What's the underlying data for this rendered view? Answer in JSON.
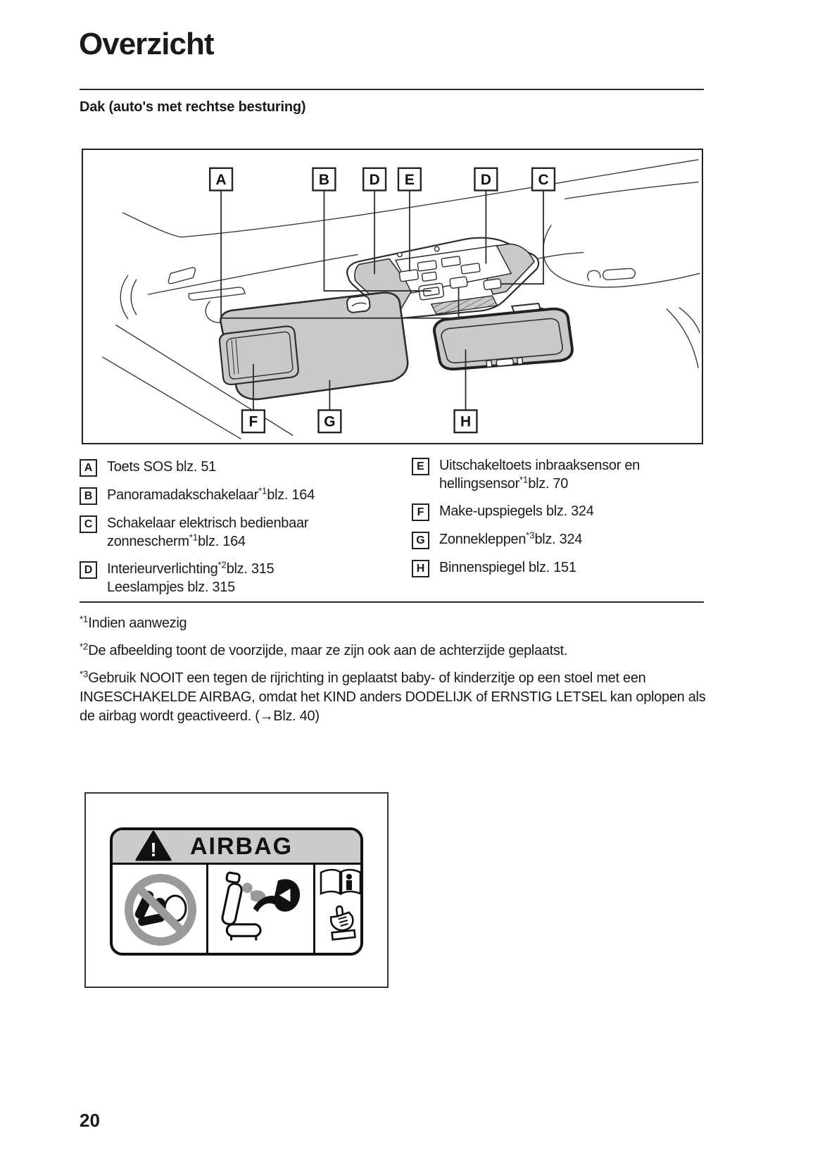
{
  "page": {
    "title": "Overzicht",
    "subtitle": "Dak (auto's met rechtse besturing)",
    "page_number": "20"
  },
  "diagram": {
    "top_callouts": [
      "A",
      "B",
      "D",
      "E",
      "D",
      "C"
    ],
    "bottom_callouts": [
      "F",
      "G",
      "H"
    ]
  },
  "legend": {
    "left": [
      {
        "letter": "A",
        "lines": [
          [
            "Toets SOS blz. 51"
          ]
        ]
      },
      {
        "letter": "B",
        "lines": [
          [
            "Panoramadakschakelaar",
            {
              "sup": "*1"
            },
            "blz. 164"
          ]
        ]
      },
      {
        "letter": "C",
        "lines": [
          [
            "Schakelaar elektrisch bedienbaar"
          ],
          [
            "zonnescherm",
            {
              "sup": "*1"
            },
            "blz. 164"
          ]
        ]
      },
      {
        "letter": "D",
        "lines": [
          [
            "Interieurverlichting",
            {
              "sup": "*2"
            },
            "blz. 315"
          ],
          [
            "Leeslampjes blz. 315"
          ]
        ]
      }
    ],
    "right": [
      {
        "letter": "E",
        "lines": [
          [
            "Uitschakeltoets inbraaksensor en"
          ],
          [
            "hellingsensor",
            {
              "sup": "*1"
            },
            "blz. 70"
          ]
        ]
      },
      {
        "letter": "F",
        "lines": [
          [
            "Make-upspiegels blz. 324"
          ]
        ]
      },
      {
        "letter": "G",
        "lines": [
          [
            "Zonnekleppen",
            {
              "sup": "*3"
            },
            "blz. 324"
          ]
        ]
      },
      {
        "letter": "H",
        "lines": [
          [
            "Binnenspiegel blz. 151"
          ]
        ]
      }
    ]
  },
  "footnotes": [
    {
      "sup": "*1",
      "text": "Indien aanwezig"
    },
    {
      "sup": "*2",
      "text": "De afbeelding toont de voorzijde, maar ze zijn ook aan de achterzijde geplaatst."
    },
    {
      "sup": "*3",
      "text": "Gebruik NOOIT een tegen de rijrichting in geplaatst baby- of kinderzitje op een stoel met een INGESCHAKELDE AIRBAG, omdat het KIND anders DODELIJK of ERNSTIG LETSEL kan oplopen als de airbag wordt geactiveerd. (→Blz. 40)"
    }
  ],
  "airbag_label": {
    "header": "AIRBAG",
    "warning_icon": "warning-triangle",
    "panel_icons": [
      "no-rear-facing-child-seat",
      "airbag-deploys-at-seat",
      "read-owners-manual"
    ]
  },
  "colors": {
    "line": "#2b2b2b",
    "shade": "#c9c9c9",
    "prohibition": "#9a9a9a",
    "label_header": "#cbcbcb"
  }
}
